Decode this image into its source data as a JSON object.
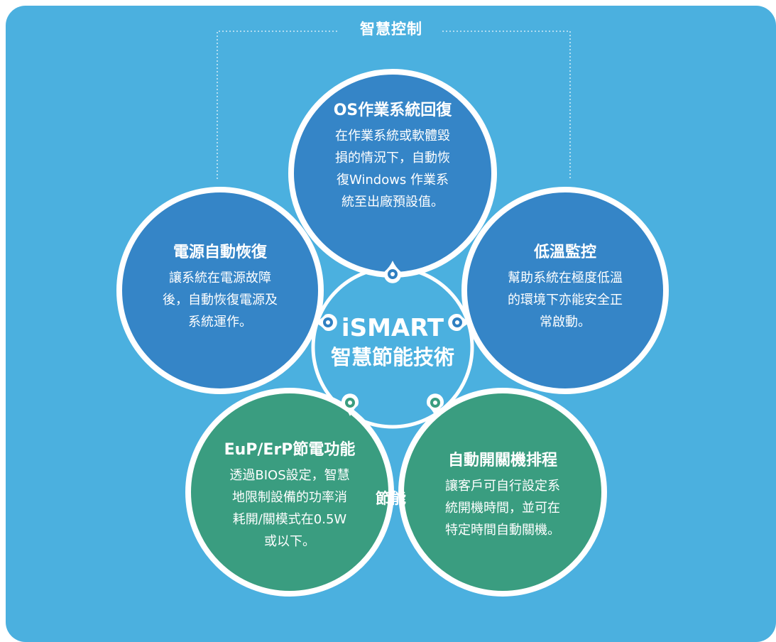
{
  "colors": {
    "background": "#4bb0df",
    "blue_circle": "#3585c7",
    "green_circle": "#3a9d80",
    "ring": "#ffffff",
    "text": "#ffffff",
    "marker_blue": "#2f7fc1",
    "marker_green": "#3a9d80"
  },
  "top_label": "智慧控制",
  "bottom_label": "節能",
  "center": {
    "brand": "iSMART",
    "subtitle": "智慧節能技術"
  },
  "circles": [
    {
      "key": "os_recovery",
      "title": "OS作業系統回復",
      "lines": [
        "在作業系統或軟體毀",
        "損的情況下，自動恢",
        "復Windows 作業系",
        "統至出廠預設值。"
      ]
    },
    {
      "key": "power_recovery",
      "title": "電源自動恢復",
      "lines": [
        "讓系統在電源故障",
        "後，自動恢復電源及",
        "系統運作。"
      ]
    },
    {
      "key": "low_temp",
      "title": "低溫監控",
      "lines": [
        "幫助系統在極度低溫",
        "的環境下亦能安全正",
        "常啟動。"
      ]
    },
    {
      "key": "eup_erp",
      "title": "EuP/ErP節電功能",
      "lines": [
        "透過BIOS設定，智慧",
        "地限制設備的功率消",
        "耗開/關模式在0.5W",
        "或以下。"
      ]
    },
    {
      "key": "auto_schedule",
      "title": "自動開關機排程",
      "lines": [
        "讓客戶可自行設定系",
        "統開機時間，並可在",
        "特定時間自動關機。"
      ]
    }
  ],
  "markers": [
    {
      "key": "top",
      "icon": "drop-marker-icon",
      "color": "blue"
    },
    {
      "key": "left",
      "icon": "drop-marker-icon",
      "color": "blue"
    },
    {
      "key": "right",
      "icon": "drop-marker-icon",
      "color": "blue"
    },
    {
      "key": "bottom-left",
      "icon": "drop-marker-icon",
      "color": "green"
    },
    {
      "key": "bottom-right",
      "icon": "drop-marker-icon",
      "color": "green"
    }
  ]
}
